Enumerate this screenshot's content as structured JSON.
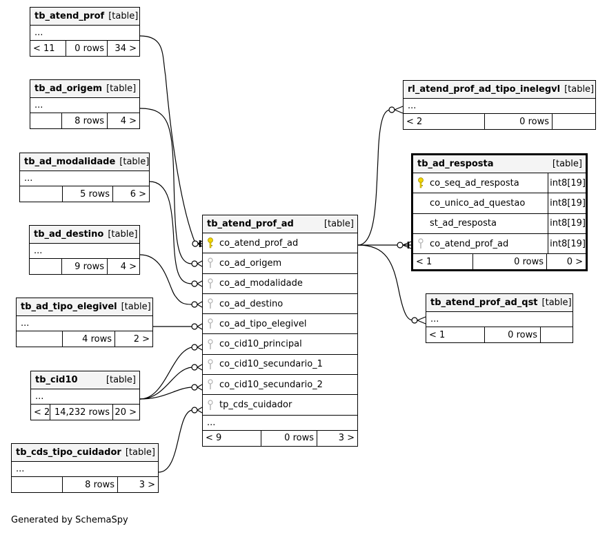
{
  "tables": {
    "tb_atend_prof": {
      "name": "tb_atend_prof",
      "kind": "[table]",
      "body": "...",
      "left": "< 11",
      "rows": "0 rows",
      "right": "34 >"
    },
    "tb_ad_origem": {
      "name": "tb_ad_origem",
      "kind": "[table]",
      "body": "...",
      "left": "",
      "rows": "8 rows",
      "right": "4 >"
    },
    "tb_ad_modalidade": {
      "name": "tb_ad_modalidade",
      "kind": "[table]",
      "body": "...",
      "left": "",
      "rows": "5 rows",
      "right": "6 >"
    },
    "tb_ad_destino": {
      "name": "tb_ad_destino",
      "kind": "[table]",
      "body": "...",
      "left": "",
      "rows": "9 rows",
      "right": "4 >"
    },
    "tb_ad_tipo_elegivel": {
      "name": "tb_ad_tipo_elegivel",
      "kind": "[table]",
      "body": "...",
      "left": "",
      "rows": "4 rows",
      "right": "2 >"
    },
    "tb_cid10": {
      "name": "tb_cid10",
      "kind": "[table]",
      "body": "...",
      "left": "< 2",
      "rows": "14,232 rows",
      "right": "20 >"
    },
    "tb_cds_tipo_cuidador": {
      "name": "tb_cds_tipo_cuidador",
      "kind": "[table]",
      "body": "...",
      "left": "",
      "rows": "8 rows",
      "right": "3 >"
    },
    "tb_atend_prof_ad": {
      "name": "tb_atend_prof_ad",
      "kind": "[table]",
      "columns": [
        "co_atend_prof_ad",
        "co_ad_origem",
        "co_ad_modalidade",
        "co_ad_destino",
        "co_ad_tipo_elegivel",
        "co_cid10_principal",
        "co_cid10_secundario_1",
        "co_cid10_secundario_2",
        "tp_cds_cuidador"
      ],
      "body": "...",
      "left": "< 9",
      "rows": "0 rows",
      "right": "3 >"
    },
    "rl_atend_prof_ad_tipo_inelegvl": {
      "name": "rl_atend_prof_ad_tipo_inelegvl",
      "kind": "[table]",
      "body": "...",
      "left": "< 2",
      "rows": "0 rows",
      "right": ""
    },
    "tb_ad_resposta": {
      "name": "tb_ad_resposta",
      "kind": "[table]",
      "columns": [
        {
          "name": "co_seq_ad_resposta",
          "type": "int8[19]"
        },
        {
          "name": "co_unico_ad_questao",
          "type": "int8[19]"
        },
        {
          "name": "st_ad_resposta",
          "type": "int8[19]"
        },
        {
          "name": "co_atend_prof_ad",
          "type": "int8[19]"
        }
      ],
      "left": "< 1",
      "rows": "0 rows",
      "right": "0 >"
    },
    "tb_atend_prof_ad_qst": {
      "name": "tb_atend_prof_ad_qst",
      "kind": "[table]",
      "body": "...",
      "left": "< 1",
      "rows": "0 rows",
      "right": ""
    }
  },
  "credit": "Generated by SchemaSpy",
  "colors": {
    "primary_key": "#f2d600",
    "foreign_key": "#b0b0b0",
    "header_bg": "#f4f4f4"
  }
}
